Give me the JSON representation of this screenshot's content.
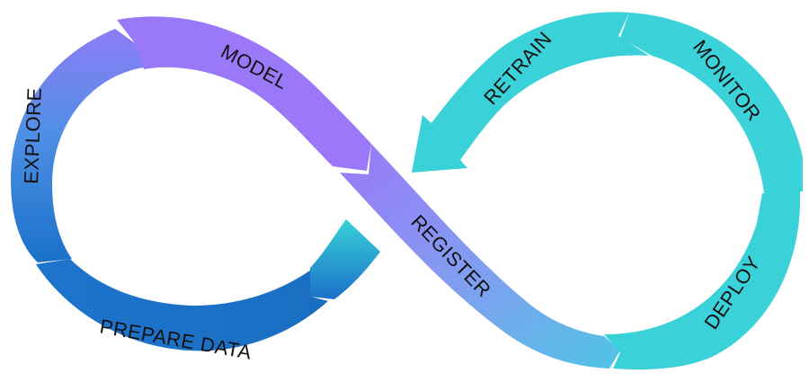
{
  "diagram": {
    "type": "infinity-loop-cycle",
    "stages": [
      {
        "id": "explore",
        "label": "EXPLORE"
      },
      {
        "id": "model",
        "label": "MODEL"
      },
      {
        "id": "register",
        "label": "REGISTER"
      },
      {
        "id": "deploy",
        "label": "DEPLOY"
      },
      {
        "id": "monitor",
        "label": "MONITOR"
      },
      {
        "id": "retrain",
        "label": "RETRAIN"
      },
      {
        "id": "prepare-data",
        "label": "PREPARE DATA"
      }
    ],
    "colors": {
      "purple": "#9b78f8",
      "violet": "#8e7cf6",
      "blue_deep": "#1a71c8",
      "blue_mid": "#2a86d6",
      "blue_light": "#4f8fe6",
      "teal": "#3ad1d8",
      "teal_light": "#5ad9e0",
      "white": "#ffffff"
    }
  }
}
